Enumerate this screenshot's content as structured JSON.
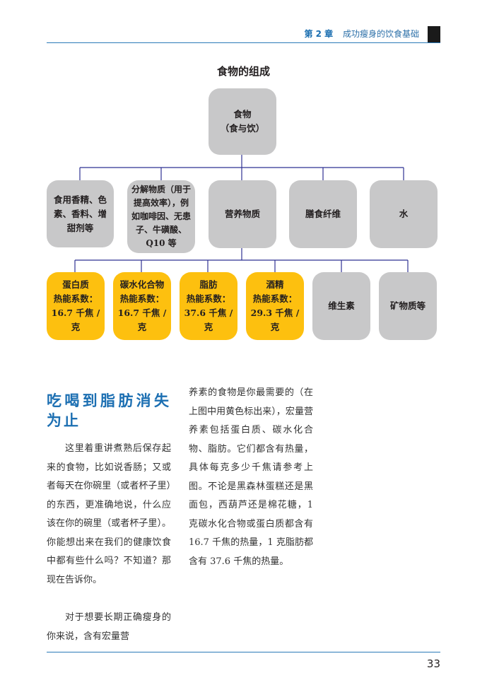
{
  "header": {
    "chapter": "第 2 章",
    "title": "成功瘦身的饮食基础"
  },
  "diagram": {
    "title": "食物的组成",
    "root": "食物\n（食与饮）",
    "level1": [
      "食用香精、色素、香料、增甜剂等",
      "分解物质（用于提高效率），例如咖啡因、无患子、牛磺酸、Q10 等",
      "营养物质",
      "膳食纤维",
      "水"
    ],
    "level2": [
      "蛋白质\n热能系数：\n16.7 千焦 / 克",
      "碳水化合物\n热能系数：\n16.7 千焦 / 克",
      "脂肪\n热能系数：\n37.6 千焦 / 克",
      "酒精\n热能系数：\n29.3 千焦 / 克",
      "维生素",
      "矿物质等"
    ]
  },
  "article": {
    "heading": "吃喝到脂肪消失为止",
    "paragraphs": [
      "这里着重讲煮熟后保存起来的食物，比如说香肠；又或者每天在你碗里（或者杯子里）的东西，更准确地说，什么应该在你的碗里（或者杯子里）。你能想出来在我们的健康饮食中都有些什么吗？不知道？那现在告诉你。",
      "对于想要长期正确瘦身的你来说，含有宏量营",
      "养素的食物是你最需要的（在上图中用黄色标出来），宏量营养素包括蛋白质、碳水化合物、脂肪。它们都含有热量，具体每克多少千焦请参考上图。不论是黑森林蛋糕还是黑面包，西葫芦还是棉花糖，1 克碳水化合物或蛋白质都含有 16.7 千焦的热量，1 克脂肪都含有 37.6 千焦的热量。"
    ]
  },
  "page_number": "33"
}
